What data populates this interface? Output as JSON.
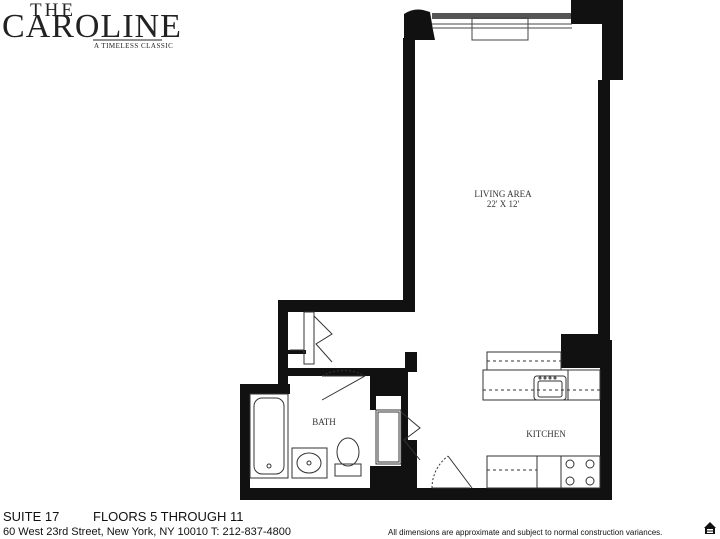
{
  "brand": {
    "the": "THE",
    "name": "CAROLINE",
    "tagline": "A TIMELESS CLASSIC"
  },
  "rooms": {
    "living": {
      "name": "LIVING AREA",
      "dims": "22' X 12'"
    },
    "bath": {
      "name": "BATH"
    },
    "kitchen": {
      "name": "KITCHEN"
    }
  },
  "footer": {
    "suite": "SUITE 17",
    "floors": "FLOORS 5 THROUGH 11",
    "address": "60 West 23rd Street, New York, NY 10010 T: 212-837-4800",
    "disclaimer": "All dimensions are approximate and subject to normal construction variances."
  },
  "icons": {
    "equal_housing": "equal-housing-icon"
  }
}
